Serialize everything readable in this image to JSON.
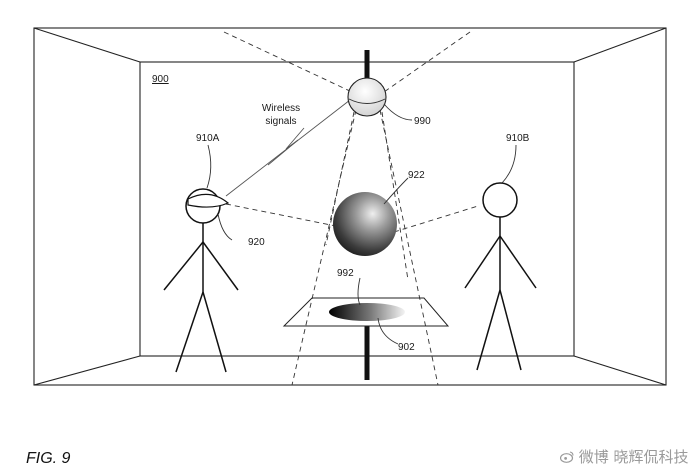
{
  "labels": {
    "room": "900",
    "wireless_line1": "Wireless",
    "wireless_line2": "signals",
    "device": "990",
    "user_a": "910A",
    "user_b": "910B",
    "sphere": "922",
    "headset": "920",
    "shadow": "992",
    "platform": "902"
  },
  "caption": "FIG. 9",
  "watermark": "微博 晓辉侃科技",
  "watermark_icon": "weibo-logo-icon"
}
